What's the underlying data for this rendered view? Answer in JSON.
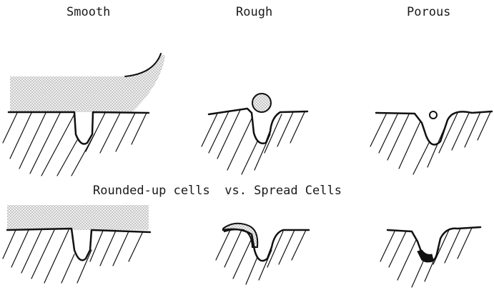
{
  "labels": {
    "smooth": "Smooth",
    "rough": "Rough",
    "porous": "Porous",
    "middle": "Rounded-up cells  vs. Spread Cells"
  },
  "colors": {
    "ink": "#111111",
    "stipple": "#b5b5b5",
    "background": "#ffffff"
  },
  "panels": [
    {
      "row": "top",
      "column": "smooth",
      "feature": "spread cell over surface with crevice"
    },
    {
      "row": "top",
      "column": "rough",
      "feature": "rounded cell above crevice"
    },
    {
      "row": "top",
      "column": "porous",
      "feature": "small rounded cell inside pore"
    },
    {
      "row": "bottom",
      "column": "smooth",
      "feature": "spread cell over surface with crevice"
    },
    {
      "row": "bottom",
      "column": "rough",
      "feature": "spread cell on crevice rim"
    },
    {
      "row": "bottom",
      "column": "porous",
      "feature": "spread cell inside pore"
    }
  ]
}
